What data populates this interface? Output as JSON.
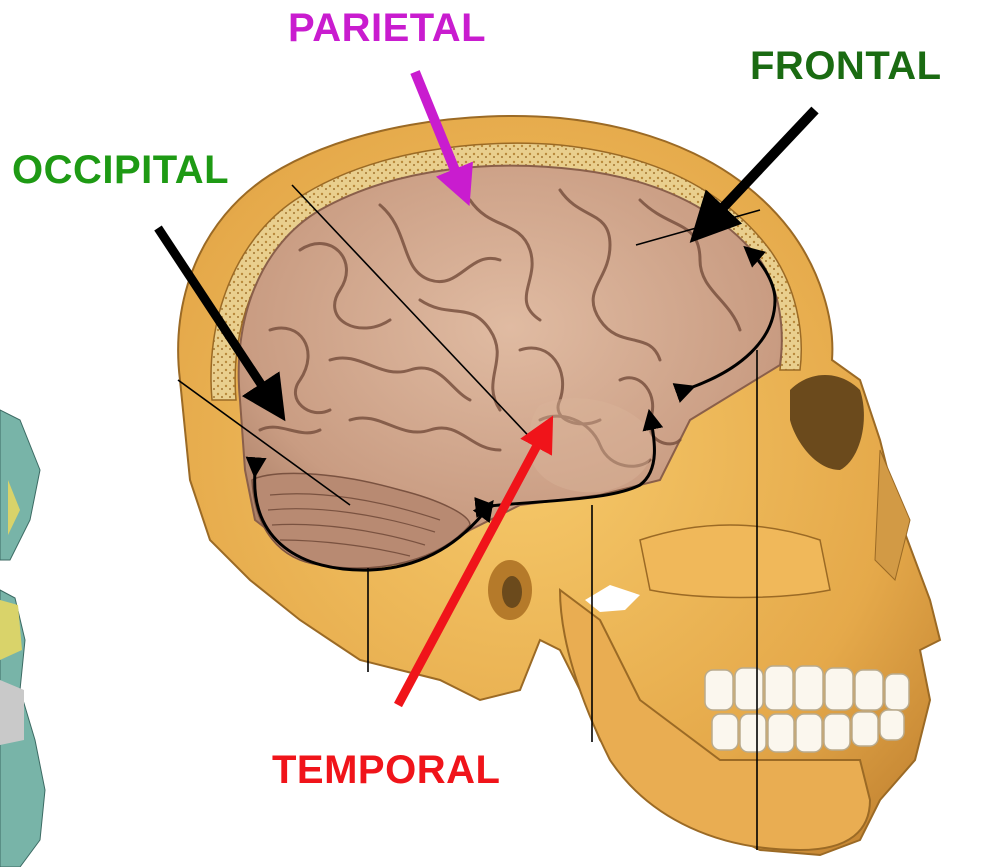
{
  "labels": {
    "parietal": "PARIETAL",
    "frontal": "FRONTAL",
    "occipital": "OCCIPITAL",
    "temporal": "TEMPORAL"
  },
  "colors": {
    "parietal": "#c91ccf",
    "frontal": "#1a6b12",
    "occipital": "#1e9a14",
    "temporal": "#f0141a",
    "bone": "#e8b45a",
    "bone_dark": "#b57a2a",
    "brain": "#c99c82",
    "brain_dark": "#8a5f4a",
    "pointer": "#000000"
  }
}
